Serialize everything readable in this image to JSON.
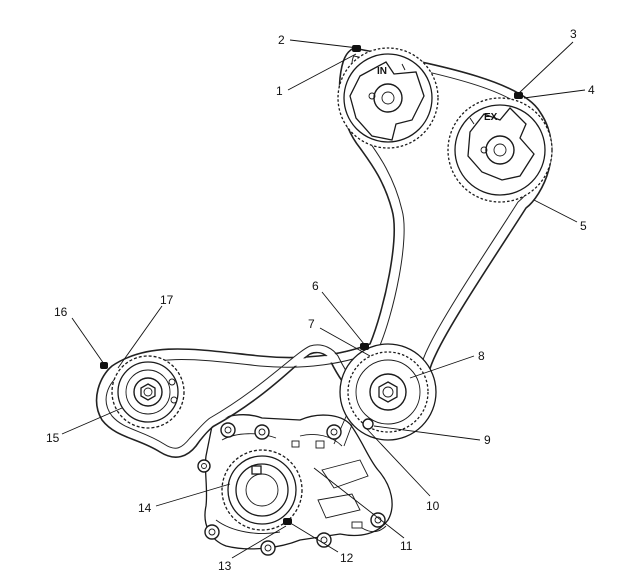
{
  "gear_labels": {
    "intake": "IN",
    "exhaust": "EX"
  },
  "callouts": [
    "1",
    "2",
    "3",
    "4",
    "5",
    "6",
    "7",
    "8",
    "9",
    "10",
    "11",
    "12",
    "13",
    "14",
    "15",
    "16",
    "17"
  ]
}
